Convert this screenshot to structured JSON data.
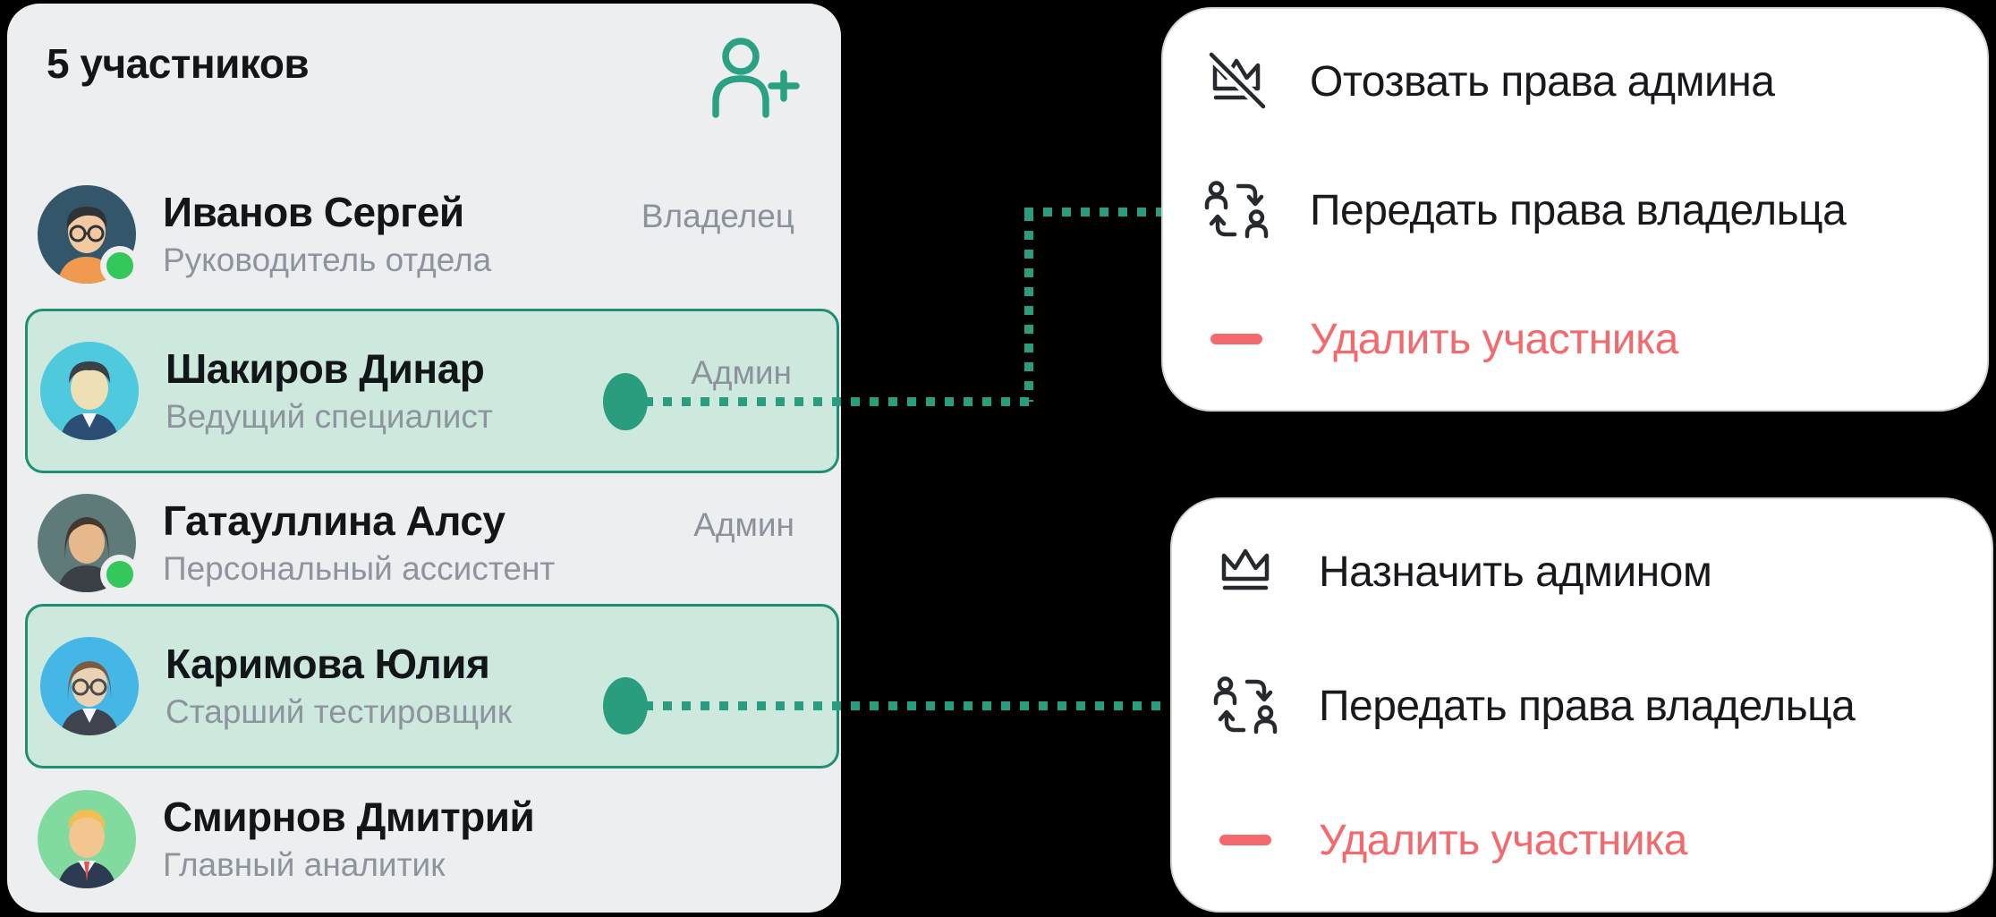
{
  "colors": {
    "accent_teal": "#2A9D7E",
    "highlight_border": "#1F8E71",
    "highlight_bg": "#CDE8DD",
    "danger_red": "#F4696C",
    "online_green": "#34C85B",
    "panel_bg": "#ECEEF0",
    "text_primary": "#131619",
    "text_secondary": "#8D949D"
  },
  "panel": {
    "header": "5 участников",
    "add_member_icon": "person-add-icon",
    "members": [
      {
        "name": "Иванов Сергей",
        "title": "Руководитель отдела",
        "role": "Владелец",
        "online": true,
        "selected": false
      },
      {
        "name": "Шакиров Динар",
        "title": "Ведущий специалист",
        "role": "Админ",
        "online": false,
        "selected": true
      },
      {
        "name": "Гатауллина Алсу",
        "title": "Персональный ассистент",
        "role": "Админ",
        "online": true,
        "selected": false
      },
      {
        "name": "Каримова Юлия",
        "title": "Старший тестировщик",
        "role": "",
        "online": false,
        "selected": true
      },
      {
        "name": "Смирнов Дмитрий",
        "title": "Главный аналитик",
        "role": "",
        "online": false,
        "selected": false
      }
    ]
  },
  "menus": [
    {
      "items": [
        {
          "icon": "crown-slash-icon",
          "label": "Отозвать права админа",
          "danger": false
        },
        {
          "icon": "transfer-owner-icon",
          "label": "Передать права владельца",
          "danger": false
        },
        {
          "icon": "minus-icon",
          "label": "Удалить участника",
          "danger": true
        }
      ]
    },
    {
      "items": [
        {
          "icon": "crown-icon",
          "label": "Назначить админом",
          "danger": false
        },
        {
          "icon": "transfer-owner-icon",
          "label": "Передать права владельца",
          "danger": false
        },
        {
          "icon": "minus-icon",
          "label": "Удалить участника",
          "danger": true
        }
      ]
    }
  ]
}
